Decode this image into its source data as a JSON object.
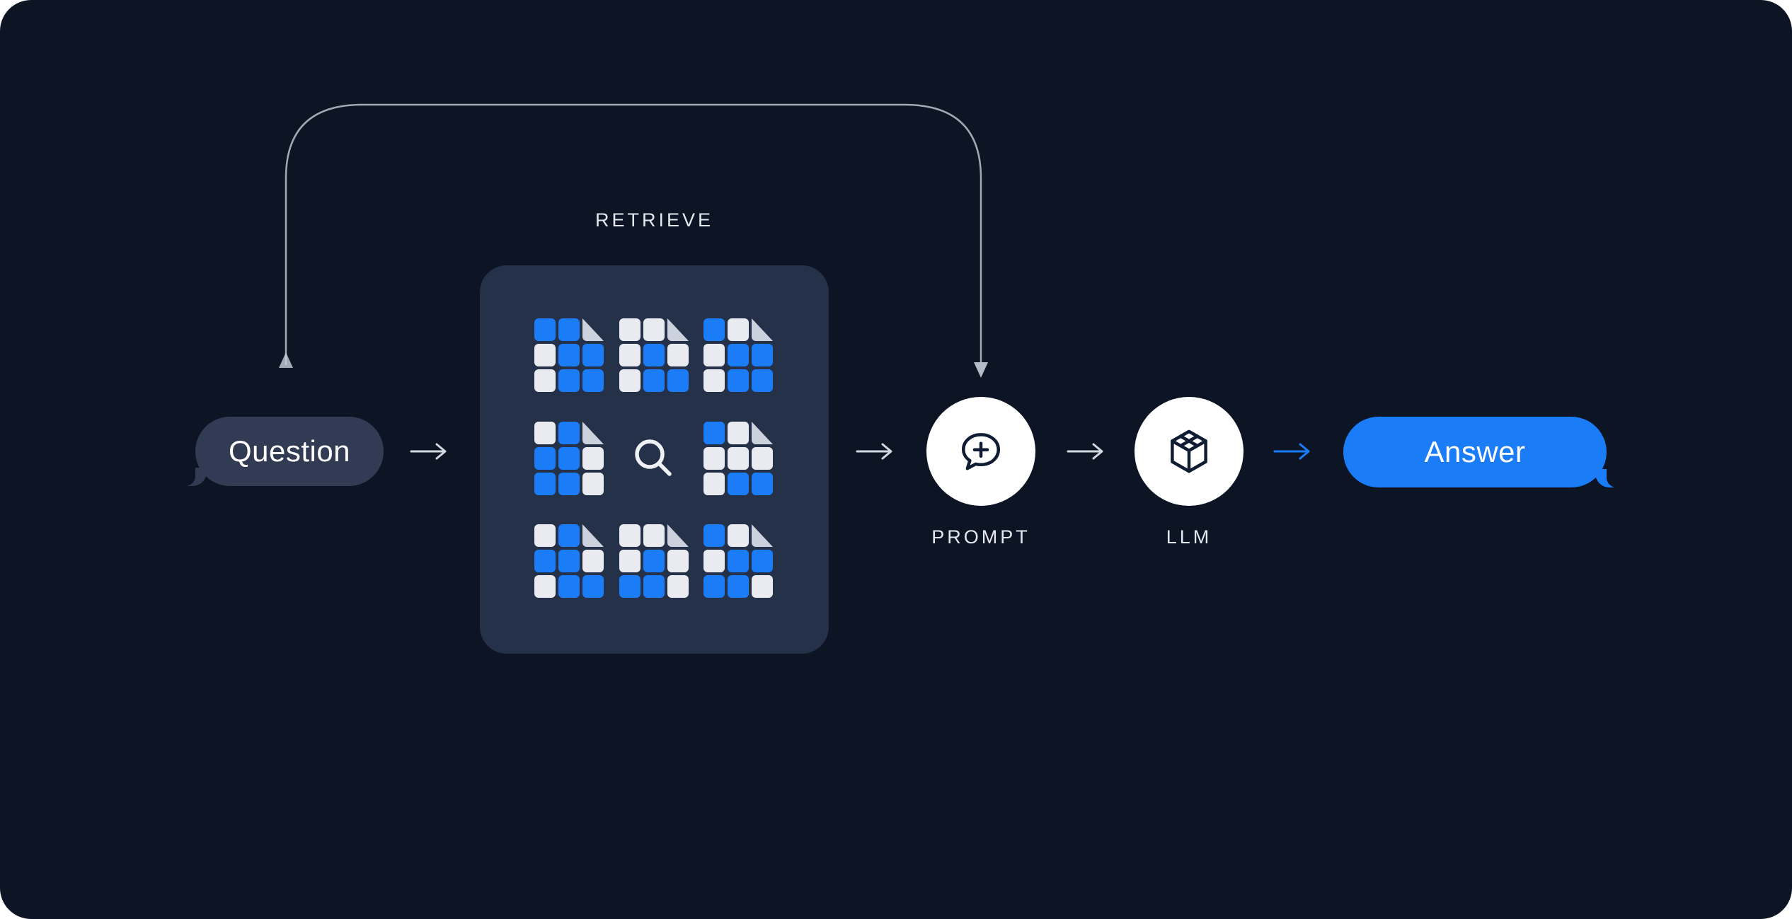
{
  "colors": {
    "page_bg": "#ffffff",
    "canvas_bg": "#0d1525",
    "accent_blue": "#1b7cf8",
    "question_bubble_bg": "#313c54",
    "bubble_text": "#ffffff",
    "retrieve_box_bg": "#253049",
    "doc_gray": "#e9ebf0",
    "doc_fold": "#ccd2dd",
    "label_text": "#e4e8ee",
    "arrow_gray": "#d2d8e0",
    "curve_line": "#c7cedb",
    "node_circle_bg": "#ffffff",
    "node_icon_stroke": "#101c33"
  },
  "nodes": {
    "question": {
      "label": "Question",
      "type": "chat-bubble"
    },
    "retrieve": {
      "label": "RETRIEVE",
      "type": "document-store"
    },
    "prompt": {
      "label": "PROMPT",
      "type": "circle-node",
      "icon": "speech-bubble-plus"
    },
    "llm": {
      "label": "LLM",
      "type": "circle-node",
      "icon": "cube"
    },
    "answer": {
      "label": "Answer",
      "type": "chat-bubble"
    }
  },
  "retrieve_docs": {
    "center_icon": "magnifier",
    "icons": [
      {
        "name": "document-grid",
        "pattern": [
          [
            "b",
            "b",
            "f"
          ],
          [
            "g",
            "b",
            "b"
          ],
          [
            "g",
            "b",
            "b"
          ]
        ]
      },
      {
        "name": "document-grid",
        "pattern": [
          [
            "g",
            "g",
            "f"
          ],
          [
            "g",
            "b",
            "g"
          ],
          [
            "g",
            "b",
            "b"
          ]
        ]
      },
      {
        "name": "document-grid",
        "pattern": [
          [
            "b",
            "g",
            "f"
          ],
          [
            "g",
            "b",
            "b"
          ],
          [
            "g",
            "b",
            "b"
          ]
        ]
      },
      {
        "name": "document-grid",
        "pattern": [
          [
            "g",
            "b",
            "f"
          ],
          [
            "b",
            "b",
            "g"
          ],
          [
            "b",
            "b",
            "g"
          ]
        ]
      },
      {
        "name": "document-grid",
        "pattern": [
          [
            "b",
            "g",
            "f"
          ],
          [
            "g",
            "g",
            "g"
          ],
          [
            "g",
            "b",
            "b"
          ]
        ]
      },
      {
        "name": "document-grid",
        "pattern": [
          [
            "g",
            "b",
            "f"
          ],
          [
            "b",
            "b",
            "g"
          ],
          [
            "g",
            "b",
            "b"
          ]
        ]
      },
      {
        "name": "document-grid",
        "pattern": [
          [
            "g",
            "g",
            "f"
          ],
          [
            "g",
            "b",
            "g"
          ],
          [
            "b",
            "b",
            "g"
          ]
        ]
      },
      {
        "name": "document-grid",
        "pattern": [
          [
            "b",
            "g",
            "f"
          ],
          [
            "g",
            "b",
            "b"
          ],
          [
            "b",
            "b",
            "g"
          ]
        ]
      }
    ]
  },
  "flow": {
    "sequence": [
      "question",
      "retrieve",
      "prompt",
      "llm",
      "answer"
    ],
    "bypass": {
      "from": "question",
      "to": "prompt"
    }
  }
}
